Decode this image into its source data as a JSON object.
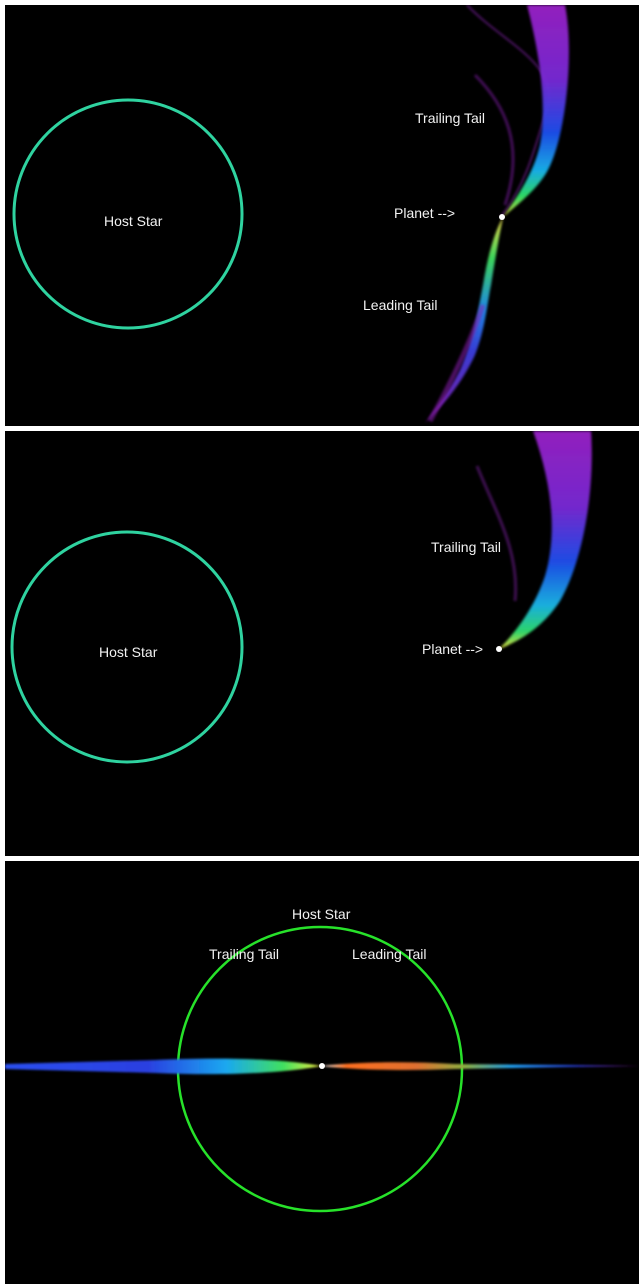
{
  "colors": {
    "background": "#000000",
    "separator": "#ffffff",
    "star_outline_top": "#2fd3a0",
    "star_outline_bottom": "#27e22a",
    "label_text": "#f2f2f2"
  },
  "panels": [
    {
      "star_label": "Host Star",
      "trailing_label": "Trailing Tail",
      "planet_label": "Planet -->",
      "leading_label": "Leading Tail"
    },
    {
      "star_label": "Host Star",
      "trailing_label": "Trailing Tail",
      "planet_label": "Planet -->"
    },
    {
      "star_label": "Host Star",
      "trailing_label": "Trailing Tail",
      "leading_label": "Leading Tail"
    }
  ]
}
